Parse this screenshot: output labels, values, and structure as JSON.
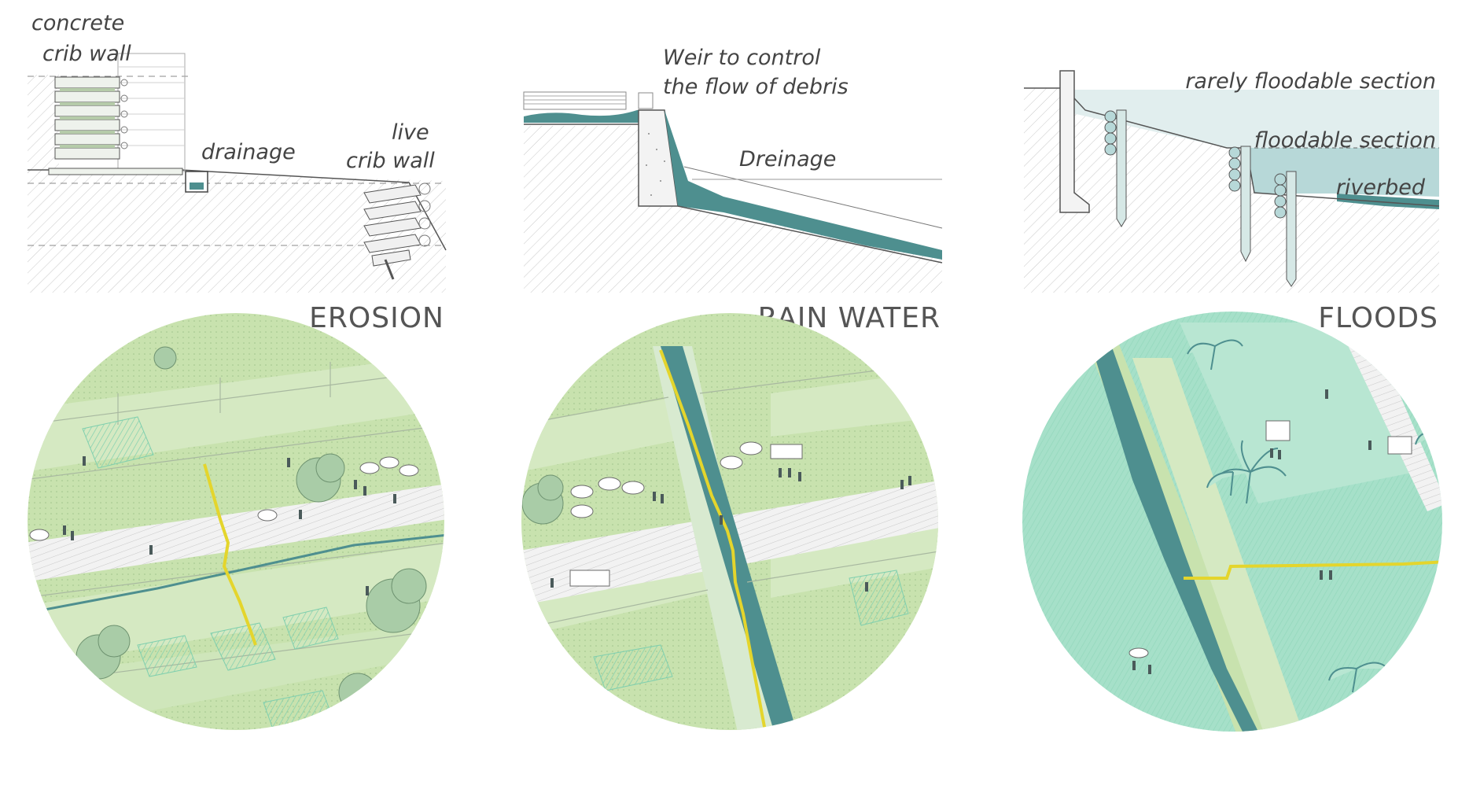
{
  "panels": [
    {
      "title": "EROSION",
      "labels": {
        "concrete_line1": "concrete",
        "concrete_line2": "crib wall",
        "drainage": "drainage",
        "live_line1": "live",
        "live_line2": "crib wall"
      }
    },
    {
      "title": "RAIN WATER",
      "labels": {
        "weir_line1": "Weir to control",
        "weir_line2": "the flow of debris",
        "dreinage": "Dreinage"
      }
    },
    {
      "title": "FLOODS",
      "labels": {
        "rarely": "rarely floodable section",
        "floodable": "floodable section",
        "riverbed": "riverbed"
      }
    }
  ],
  "colors": {
    "water": "#4e8f8f",
    "light_water": "#e1eeee",
    "mid_water": "#b7d8d8",
    "grass": "#c8e2ae",
    "meadow": "#a6e0c9",
    "path": "#f2f2f2",
    "trail": "#e4d52c",
    "tree": "#a9cca7",
    "people": "#4a5a5a"
  }
}
